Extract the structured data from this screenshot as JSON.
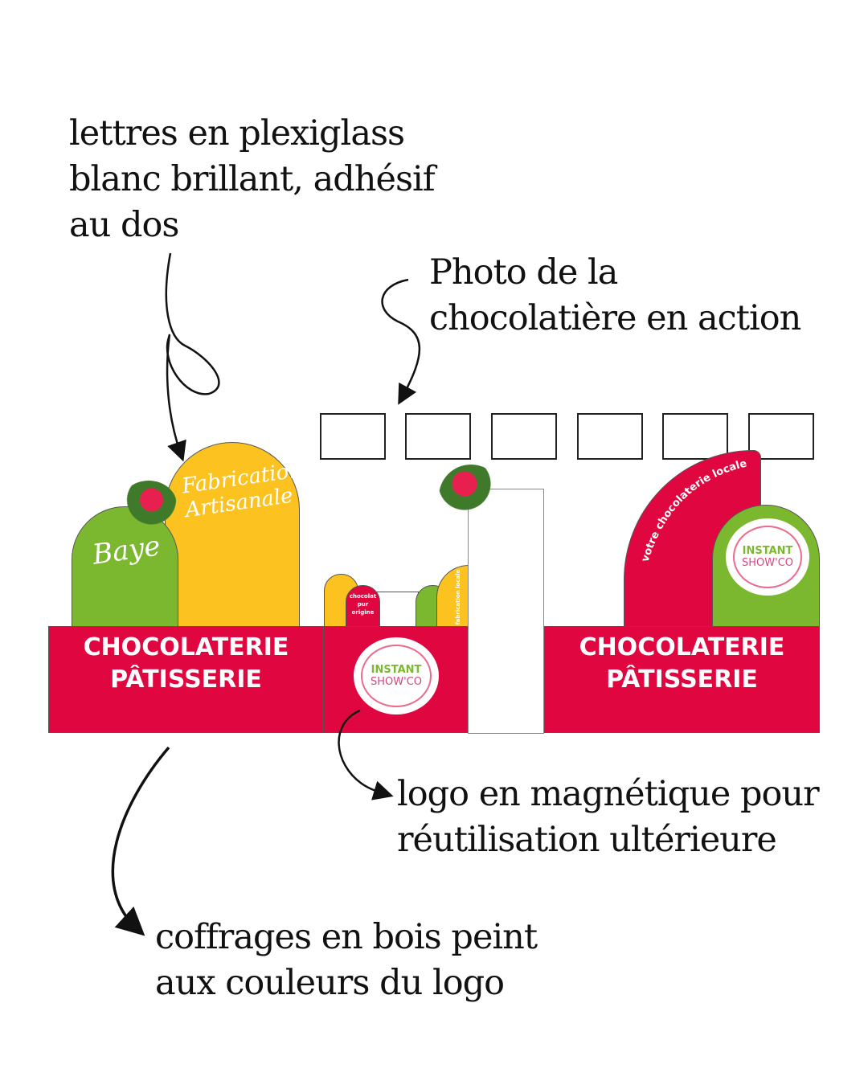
{
  "annotations": {
    "plexiglass": "lettres en plexiglass\nblanc brillant, adhésif\nau dos",
    "photo": "Photo de la\nchocolatière en action",
    "logo_magnet": "logo en magnétique pour\nréutilisation ultérieure",
    "coffrages": "coffrages en bois peint\naux couleurs du logo"
  },
  "stand": {
    "left_sign": "CHOCOLATERIE\nPÂTISSERIE",
    "right_sign": "CHOCOLATERIE\nPÂTISSERIE",
    "arch_yellow_text": "Fabrication\nArtisanale",
    "arch_green_text": "Baye",
    "small_red_arch_text": "chocolat\npur origine",
    "small_yellow_text": "fabrication locale",
    "curved_text": "votre chocolaterie locale !",
    "logo": {
      "line1": "INSTANT",
      "line2": "SHOW'CO"
    }
  },
  "colors": {
    "red": "#e0063f",
    "yellow": "#fcc320",
    "green": "#7cb82f"
  },
  "photo_frames": 6
}
